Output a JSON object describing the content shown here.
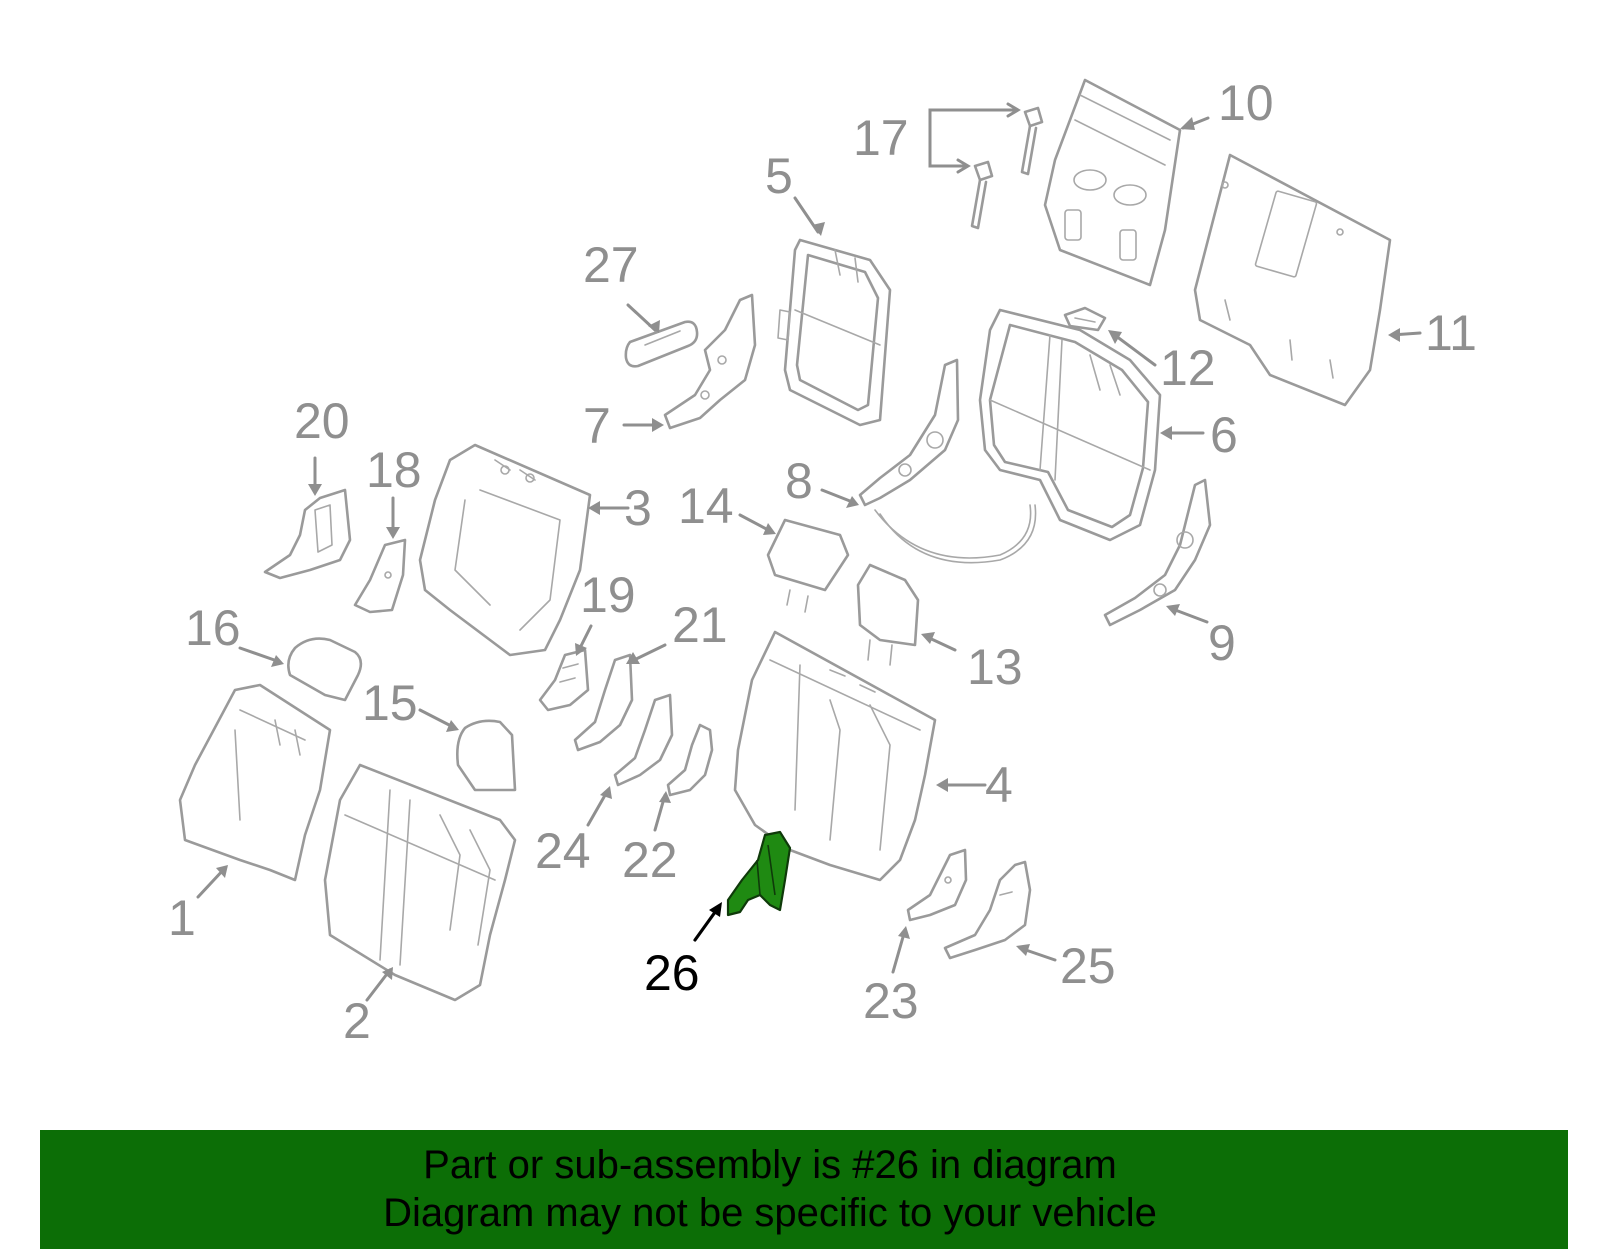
{
  "diagram": {
    "callouts": [
      {
        "number": "1"
      },
      {
        "number": "2"
      },
      {
        "number": "3"
      },
      {
        "number": "4"
      },
      {
        "number": "5"
      },
      {
        "number": "6"
      },
      {
        "number": "7"
      },
      {
        "number": "8"
      },
      {
        "number": "9"
      },
      {
        "number": "10"
      },
      {
        "number": "11"
      },
      {
        "number": "12"
      },
      {
        "number": "13"
      },
      {
        "number": "14"
      },
      {
        "number": "15"
      },
      {
        "number": "16"
      },
      {
        "number": "17"
      },
      {
        "number": "18"
      },
      {
        "number": "19"
      },
      {
        "number": "20"
      },
      {
        "number": "21"
      },
      {
        "number": "22"
      },
      {
        "number": "23"
      },
      {
        "number": "24"
      },
      {
        "number": "25"
      },
      {
        "number": "26"
      },
      {
        "number": "27"
      }
    ],
    "highlighted_part": "26",
    "highlight_color": "#1f8a12",
    "part_stroke_color": "#9a9a9a"
  },
  "banner": {
    "line1": "Part or sub-assembly is #26 in diagram",
    "line2": "Diagram may not be specific to your vehicle",
    "background_color": "#0c6e06"
  }
}
